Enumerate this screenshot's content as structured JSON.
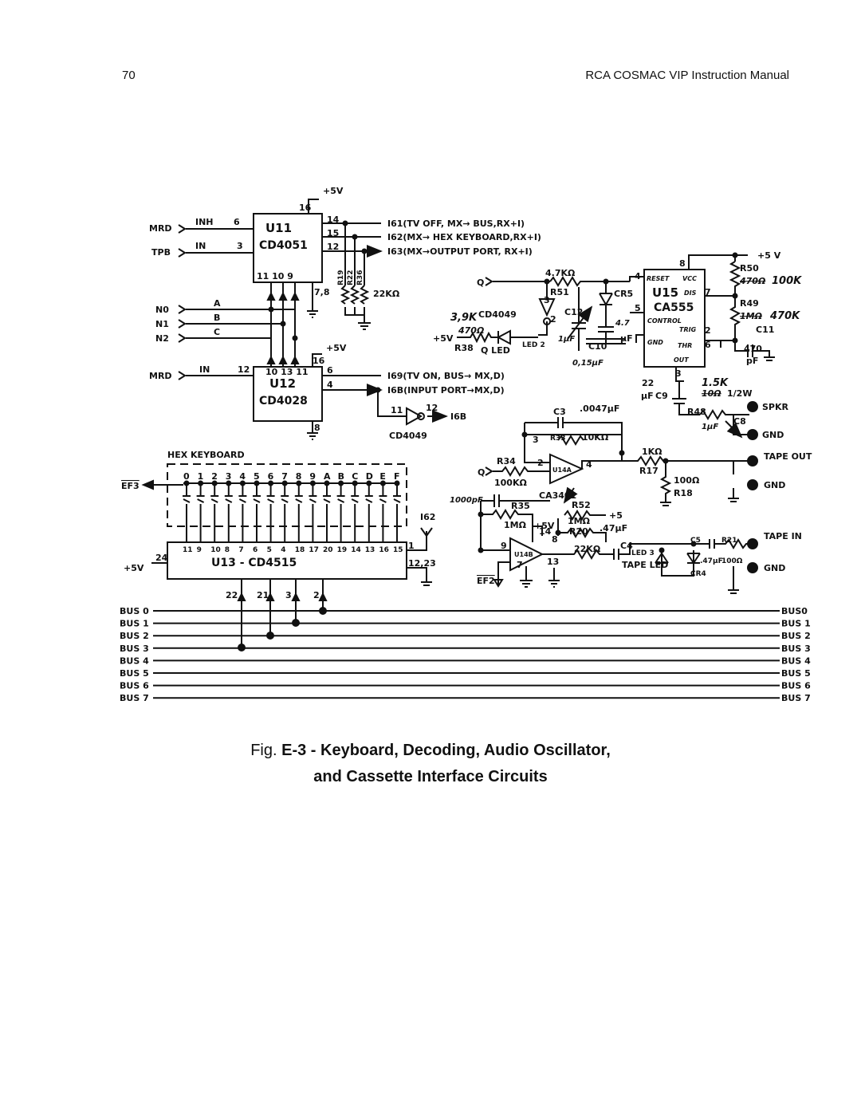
{
  "header": {
    "page_number": "70",
    "manual_title": "RCA COSMAC VIP Instruction Manual"
  },
  "caption": {
    "prefix": "Fig. ",
    "fig_id": "E-3",
    "sep": " - ",
    "line1": "Keyboard, Decoding, Audio Oscillator,",
    "line2": "and Cassette Interface Circuits"
  },
  "u11": {
    "name": "U11",
    "part": "CD4051",
    "vcc": "+5V",
    "pin16": "16",
    "in_inh": "MRD",
    "lbl_inh": "INH",
    "pin_inh": "6",
    "in_in": "TPB",
    "lbl_in": "IN",
    "pin_in": "3",
    "pin14": "14",
    "pin15": "15",
    "pin12": "12",
    "bottom_pins": "11 10 9",
    "pins78": "7,8",
    "out1": "I61(TV OFF, MX→ BUS,RX+I)",
    "out2": "I62(MX→ HEX KEYBOARD,RX+I)",
    "out3": "I63(MX→OUTPUT PORT, RX+I)",
    "res_labels": [
      "R19",
      "R22",
      "R36"
    ],
    "res_value": "22KΩ",
    "addr": [
      {
        "net": "N0",
        "lbl": "A"
      },
      {
        "net": "N1",
        "lbl": "B"
      },
      {
        "net": "N2",
        "lbl": "C"
      }
    ]
  },
  "u12": {
    "name": "U12",
    "part": "CD4028",
    "vcc": "+5V",
    "pin16": "16",
    "in_net": "MRD",
    "lbl_in": "IN",
    "pin_in": "12",
    "top_pins": "10 13 11",
    "pin6": "6",
    "pin4": "4",
    "pin8": "8",
    "out1": "I69(TV ON, BUS→ MX,D)",
    "out2": "I6B(INPUT PORT→MX,D)",
    "inv_pin_in": "11",
    "inv_pin_out": "12",
    "inv_out": "I6B",
    "inv_part": "CD4049"
  },
  "qled": {
    "input": "Q",
    "r51_val": "4.7KΩ",
    "r51": "R51",
    "cr5": "CR5",
    "pin3": "3",
    "hw_res": "3,9K",
    "inv": "CD4049",
    "vcc": "+5V",
    "r38_hw": "470Ω",
    "r38": "R38",
    "led": "Q LED",
    "led2": "LED 2",
    "c12": "C12",
    "pin2": "2",
    "c12_hw": "1μF",
    "c10": "C10",
    "c10_val": "0,15μF",
    "c9_hw": "4.7",
    "c9_unit": "μF"
  },
  "u15": {
    "name": "U15",
    "part": "CA555",
    "pin_reset": "RESET",
    "pin_vcc": "VCC",
    "pin_dis": "DIS",
    "pin_control": "CONTROL",
    "pin_trig": "TRIG",
    "pin_gnd": "GND",
    "pin_thr": "THR",
    "pin_out": "OUT",
    "p8": "8",
    "p4": "4",
    "p5": "5",
    "p7": "7",
    "p2": "2",
    "p6": "6",
    "p3": "3",
    "vcc": "+5 V",
    "r50": "R50",
    "r50_old": "470Ω",
    "r50_new": "100K",
    "r49": "R49",
    "r49_old": "1MΩ",
    "r49_new": "470K",
    "c11": "C11",
    "c11_val": "470",
    "c11_unit": "pF",
    "c9_val": "22",
    "c9_unit": "μF",
    "c9": "C9",
    "r48_new": "1.5K",
    "r48_old": "10Ω",
    "r48_pw": "1/2W",
    "r48": "R48",
    "c8": "C8",
    "c8_hw": "1μF",
    "spkr": "SPKR",
    "gnd1": "GND"
  },
  "opamp": {
    "c3": "C3",
    "c3_val": ".0047μF",
    "pin3": "3",
    "r33": "R33",
    "r33_val": "10KΩ",
    "input": "Q",
    "r34": "R34",
    "r34_val": "100KΩ",
    "pin2": "2",
    "u14a": "U14A",
    "pin4": "4",
    "r17_val": "1KΩ",
    "r17": "R17",
    "r18_val": "100Ω",
    "r18": "R18",
    "tape_out": "TAPE OUT",
    "gnd2": "GND",
    "cap_hw": "1000pF",
    "ca3401": "CA3401",
    "r35": "R35",
    "r35_val": "1MΩ",
    "r52": "R52",
    "r52_vcc": "+5",
    "vcc": "+5V",
    "r20_val": "1MΩ",
    "r20": "R20",
    "c4_val": ".47μF",
    "c4": "C4",
    "r22k": "22KΩ",
    "pin14": "14",
    "pin8": "8",
    "pin9": "9",
    "pin7": "7",
    "pin13": "13",
    "u14b": "U14B",
    "ef2": "EF2",
    "tape_in": "TAPE IN",
    "c5": "C5",
    "r21": "R21",
    "c5_val": ".47μF",
    "r21_val": "100Ω",
    "led3": "LED 3",
    "tape_led": "TAPE LED",
    "cr4": "CR4",
    "gnd3": "GND"
  },
  "keyboard": {
    "title": "HEX KEYBOARD",
    "ef3": "EF3",
    "keys": [
      "0",
      "1",
      "2",
      "3",
      "4",
      "5",
      "6",
      "7",
      "8",
      "9",
      "A",
      "B",
      "C",
      "D",
      "E",
      "F"
    ],
    "u13_pins": [
      "11",
      "9",
      "10",
      "8",
      "7",
      "6",
      "5",
      "4",
      "18",
      "17",
      "20",
      "19",
      "14",
      "13",
      "16",
      "15"
    ],
    "pin1": "1",
    "pin12_23": "12,23",
    "i62": "I62",
    "vcc": "+5V",
    "pin24": "24",
    "u13": "U13 - CD4515",
    "bottom_pins": [
      "22",
      "21",
      "3",
      "2"
    ]
  },
  "bus": {
    "left": [
      "BUS 0",
      "BUS 1",
      "BUS 2",
      "BUS 3",
      "BUS 4",
      "BUS 5",
      "BUS 6",
      "BUS 7"
    ],
    "right": [
      "BUS0",
      "BUS 1",
      "BUS 2",
      "BUS 3",
      "BUS 4",
      "BUS 5",
      "BUS 6",
      "BUS 7"
    ]
  }
}
